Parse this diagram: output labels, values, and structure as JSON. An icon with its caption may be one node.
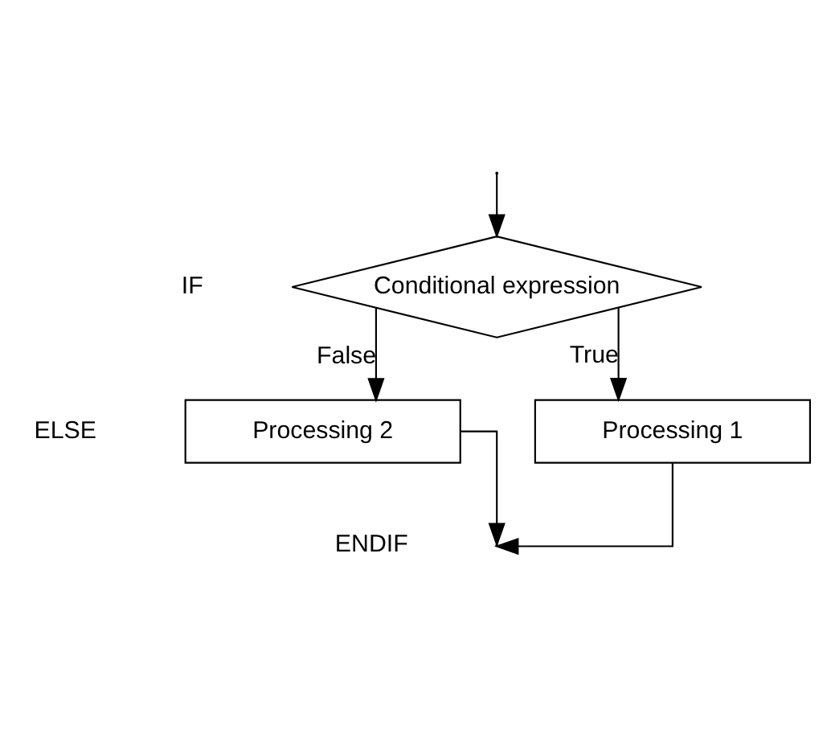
{
  "diagram": {
    "nodes": [
      {
        "text": [
          "Conditional expression"
        ]
      },
      {
        "text": [
          "Processing 1"
        ]
      },
      {
        "text": [
          "Processing 2"
        ]
      }
    ],
    "edges": [
      {
        "from": null,
        "to": 0,
        "arrow": "to"
      },
      {
        "from": 0,
        "to": 1,
        "arrow": "to",
        "label": "True"
      },
      {
        "from": 0,
        "to": 2,
        "arrow": "to",
        "label": "False"
      },
      {
        "from": 1,
        "to": null,
        "arrow": "to"
      },
      {
        "from": 2,
        "to": null,
        "arrow": "to"
      }
    ],
    "labels": [
      "IF",
      "ELSE",
      "ENDIF"
    ]
  }
}
